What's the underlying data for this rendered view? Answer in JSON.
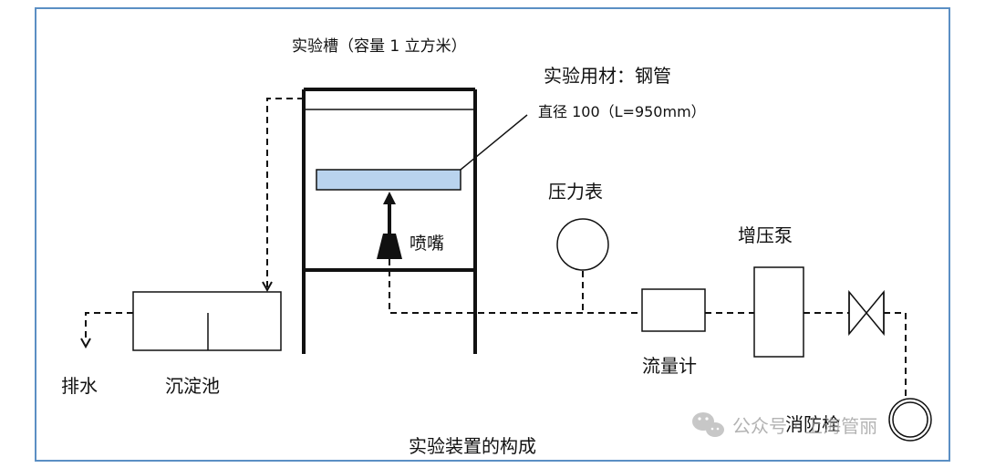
{
  "diagram": {
    "tank_label": "实验槽（容量 1 立方米）",
    "material_label": "实验用材：钢管",
    "material_spec": "直径 100（L=950mm）",
    "nozzle_label": "喷嘴",
    "gauge_label": "压力表",
    "pump_label": "增压泵",
    "flowmeter_label": "流量计",
    "hydrant_label": "消防栓",
    "drain_label": "排水",
    "settling_label": "沉淀池",
    "caption": "实验装置的构成"
  },
  "watermark": {
    "text": "公众号 · 上海管丽",
    "icon": "wechat-icon"
  },
  "colors": {
    "border": "#5b8fc4",
    "pipe_specimen": "#b9d3ee",
    "stroke": "#111111"
  }
}
